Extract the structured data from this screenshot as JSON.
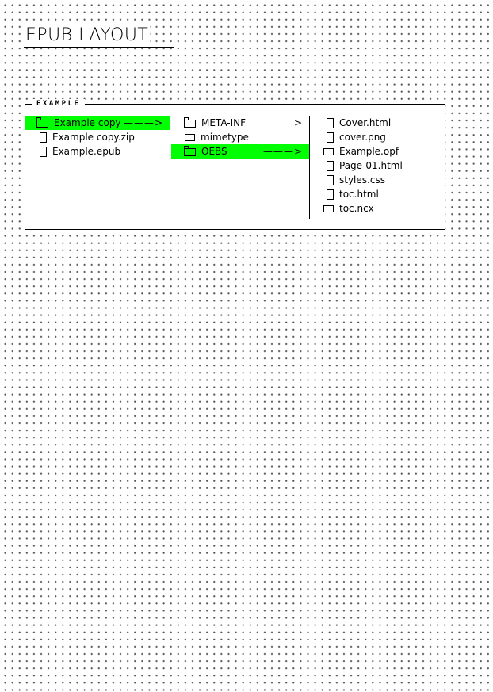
{
  "page": {
    "title": "EPUB LAYOUT"
  },
  "example": {
    "label": "EXAMPLE",
    "column1": [
      {
        "label": "Example copy",
        "kind": "folder",
        "selected": true,
        "arrow": "———>"
      },
      {
        "label": "Example copy.zip",
        "kind": "file"
      },
      {
        "label": "Example.epub",
        "kind": "file"
      }
    ],
    "column2": [
      {
        "label": "META-INF",
        "kind": "folder",
        "arrow": ">"
      },
      {
        "label": "mimetype",
        "kind": "box"
      },
      {
        "label": "OEBS",
        "kind": "folder",
        "selected": true,
        "arrow": "———>"
      }
    ],
    "column3": [
      {
        "label": "Cover.html",
        "kind": "file"
      },
      {
        "label": "cover.png",
        "kind": "file"
      },
      {
        "label": "Example.opf",
        "kind": "box"
      },
      {
        "label": "Page-01.html",
        "kind": "file"
      },
      {
        "label": "styles.css",
        "kind": "file"
      },
      {
        "label": "toc.html",
        "kind": "file"
      },
      {
        "label": "toc.ncx",
        "kind": "box"
      }
    ],
    "highlight_color": "#00ff00"
  }
}
